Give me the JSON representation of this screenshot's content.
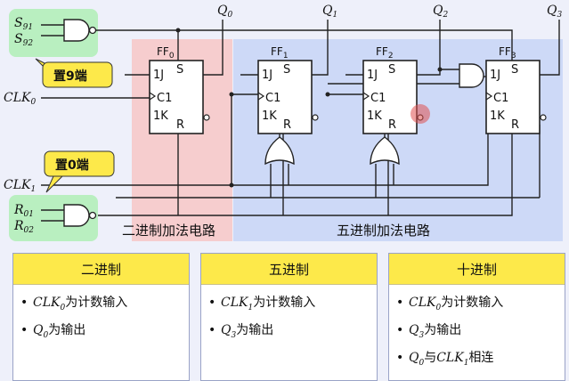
{
  "labels": {
    "s91": "S",
    "s91_sub": "91",
    "s92": "S",
    "s92_sub": "92",
    "r01": "R",
    "r01_sub": "01",
    "r02": "R",
    "r02_sub": "02",
    "clk0": "CLK",
    "clk0_sub": "0",
    "clk1": "CLK",
    "clk1_sub": "1",
    "q0": "Q",
    "q0_sub": "0",
    "q1": "Q",
    "q1_sub": "1",
    "q2": "Q",
    "q2_sub": "2",
    "q3": "Q",
    "q3_sub": "3"
  },
  "flipflops": [
    {
      "name": "FF",
      "sub": "0"
    },
    {
      "name": "FF",
      "sub": "1"
    },
    {
      "name": "FF",
      "sub": "2"
    },
    {
      "name": "FF",
      "sub": "3"
    }
  ],
  "pins": {
    "j": "1J",
    "s": "S",
    "c": "C1",
    "k": "1K",
    "r": "R"
  },
  "callouts": {
    "set9": "置9端",
    "set0": "置0端"
  },
  "regions": {
    "binary": "二进制加法电路",
    "quinary": "五进制加法电路"
  },
  "boxes": [
    {
      "title": "二进制",
      "items": [
        {
          "var": "CLK",
          "sub": "0",
          "text": "为计数输入"
        },
        {
          "var": "Q",
          "sub": "0",
          "text": "为输出"
        }
      ]
    },
    {
      "title": "五进制",
      "items": [
        {
          "var": "CLK",
          "sub": "1",
          "text": "为计数输入"
        },
        {
          "var": "Q",
          "sub": "3",
          "text": "为输出"
        }
      ]
    },
    {
      "title": "十进制",
      "items": [
        {
          "var": "CLK",
          "sub": "0",
          "text": "为计数输入"
        },
        {
          "var": "Q",
          "sub": "3",
          "text": "为输出"
        },
        {
          "var": "Q",
          "sub": "0",
          "text": "与",
          "var2": "CLK",
          "sub2": "1",
          "text2": "相连"
        }
      ]
    }
  ],
  "colors": {
    "binary_region": "#f6c9c9",
    "quinary_region": "#c9d6f6",
    "input_region": "#b9efc0",
    "box_header": "#fde94a",
    "callout": "#fde94a",
    "pointer": "#e05050"
  }
}
